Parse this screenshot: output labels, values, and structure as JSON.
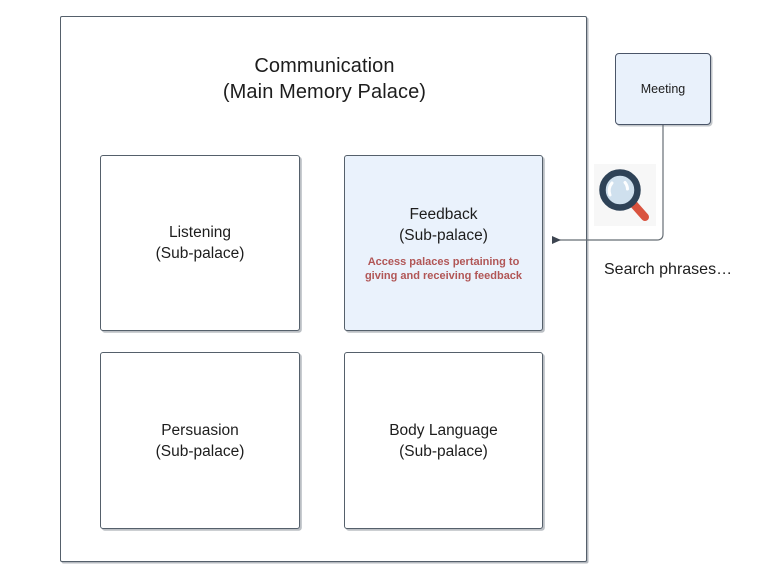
{
  "main_palace": {
    "title_line1": "Communication",
    "title_line2": "(Main Memory Palace)",
    "border_color": "#55606b",
    "fill_color": "#ffffff"
  },
  "sub_palaces": [
    {
      "name": "listening",
      "title_line1": "Listening",
      "title_line2": "(Sub-palace)",
      "highlighted": false,
      "fill_color": "#ffffff"
    },
    {
      "name": "feedback",
      "title_line1": "Feedback",
      "title_line2": "(Sub-palace)",
      "highlighted": true,
      "fill_color": "#eaf2fc",
      "annotation_line1": "Access palaces pertaining to",
      "annotation_line2": "giving and receiving feedback",
      "annotation_color": "#b15656"
    },
    {
      "name": "persuasion",
      "title_line1": "Persuasion",
      "title_line2": "(Sub-palace)",
      "highlighted": false,
      "fill_color": "#ffffff"
    },
    {
      "name": "body-language",
      "title_line1": "Body Language",
      "title_line2": "(Sub-palace)",
      "highlighted": false,
      "fill_color": "#ffffff"
    }
  ],
  "meeting_node": {
    "label": "Meeting",
    "fill_color": "#e9f1fb",
    "border_color": "#4a5568"
  },
  "search": {
    "label": "Search phrases…",
    "icon": "magnifier-icon",
    "icon_ring_color": "#2e4257",
    "icon_lens_color": "#cfe0ee",
    "icon_handle_color": "#d9533f",
    "icon_tile_color": "#f7f7f7"
  },
  "connector": {
    "from": "meeting_node",
    "to": "feedback",
    "color": "#666d74",
    "arrow_direction": "left"
  }
}
